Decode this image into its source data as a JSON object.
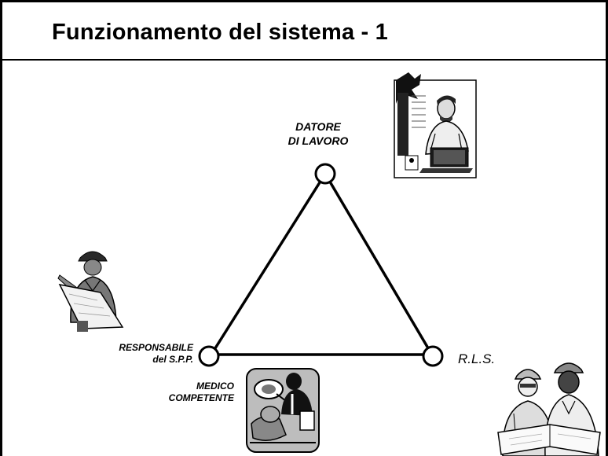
{
  "slide": {
    "title": "Funzionamento del sistema - 1"
  },
  "nodes": {
    "datore": {
      "line1": "DATORE",
      "line2": "DI LAVORO"
    },
    "rspp": {
      "line1": "RESPONSABILE",
      "line2": "del S.P.P."
    },
    "rls": {
      "label": "R.L.S."
    },
    "medico": {
      "line1": "MEDICO",
      "line2": "COMPETENTE"
    }
  },
  "illustrations": {
    "datore": "office-worker-at-laptop-clipart",
    "rspp": "worker-with-helmet-holding-blueprint-clipart",
    "medico": "doctor-examining-patient-clipart",
    "rls": "two-workers-with-hardhats-reading-plan-clipart"
  },
  "colors": {
    "line": "#000000",
    "background": "#ffffff"
  }
}
